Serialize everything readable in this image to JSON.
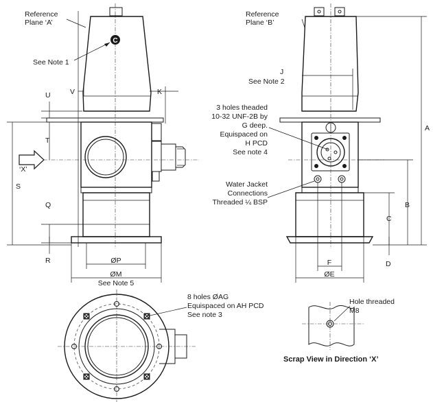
{
  "labels": {
    "ref_plane_a": [
      "Reference",
      "Plane ‘A’"
    ],
    "ref_plane_b": [
      "Reference",
      "Plane ‘B’"
    ],
    "note_1": "See Note 1",
    "callout_c": "C",
    "note_2": [
      "J",
      "See Note 2"
    ],
    "dim_u": "U",
    "dim_v": "V",
    "dim_k": "K",
    "dim_t": "T",
    "dim_s": "S",
    "dim_q": "Q",
    "dim_r": "R",
    "dim_p": "ØP",
    "dim_m": [
      "ØM",
      "See Note 5"
    ],
    "dim_a": "A",
    "dim_b": "B",
    "dim_c": "C",
    "dim_d": "D",
    "dim_f": "F",
    "dim_e": "ØE",
    "direction_x": "‘X’",
    "threaded_holes_note": [
      "3 holes theaded",
      "10-32 UNF-2B by",
      "G deep.",
      "Equispaced on",
      "H PCD",
      "See note 4"
    ],
    "water_jacket_note": [
      "Water Jacket",
      "Connections",
      "Threaded ¼ BSP"
    ],
    "bolt_holes_note": [
      "8 holes ØAG",
      "Equispaced on AH PCD",
      "See note 3"
    ],
    "hole_threaded_note": [
      "Hole threaded",
      "M8"
    ],
    "scrap_view_title": "Scrap View in Direction ‘X’"
  },
  "colors": {
    "line": "#1a1a1a",
    "background": "#ffffff"
  }
}
